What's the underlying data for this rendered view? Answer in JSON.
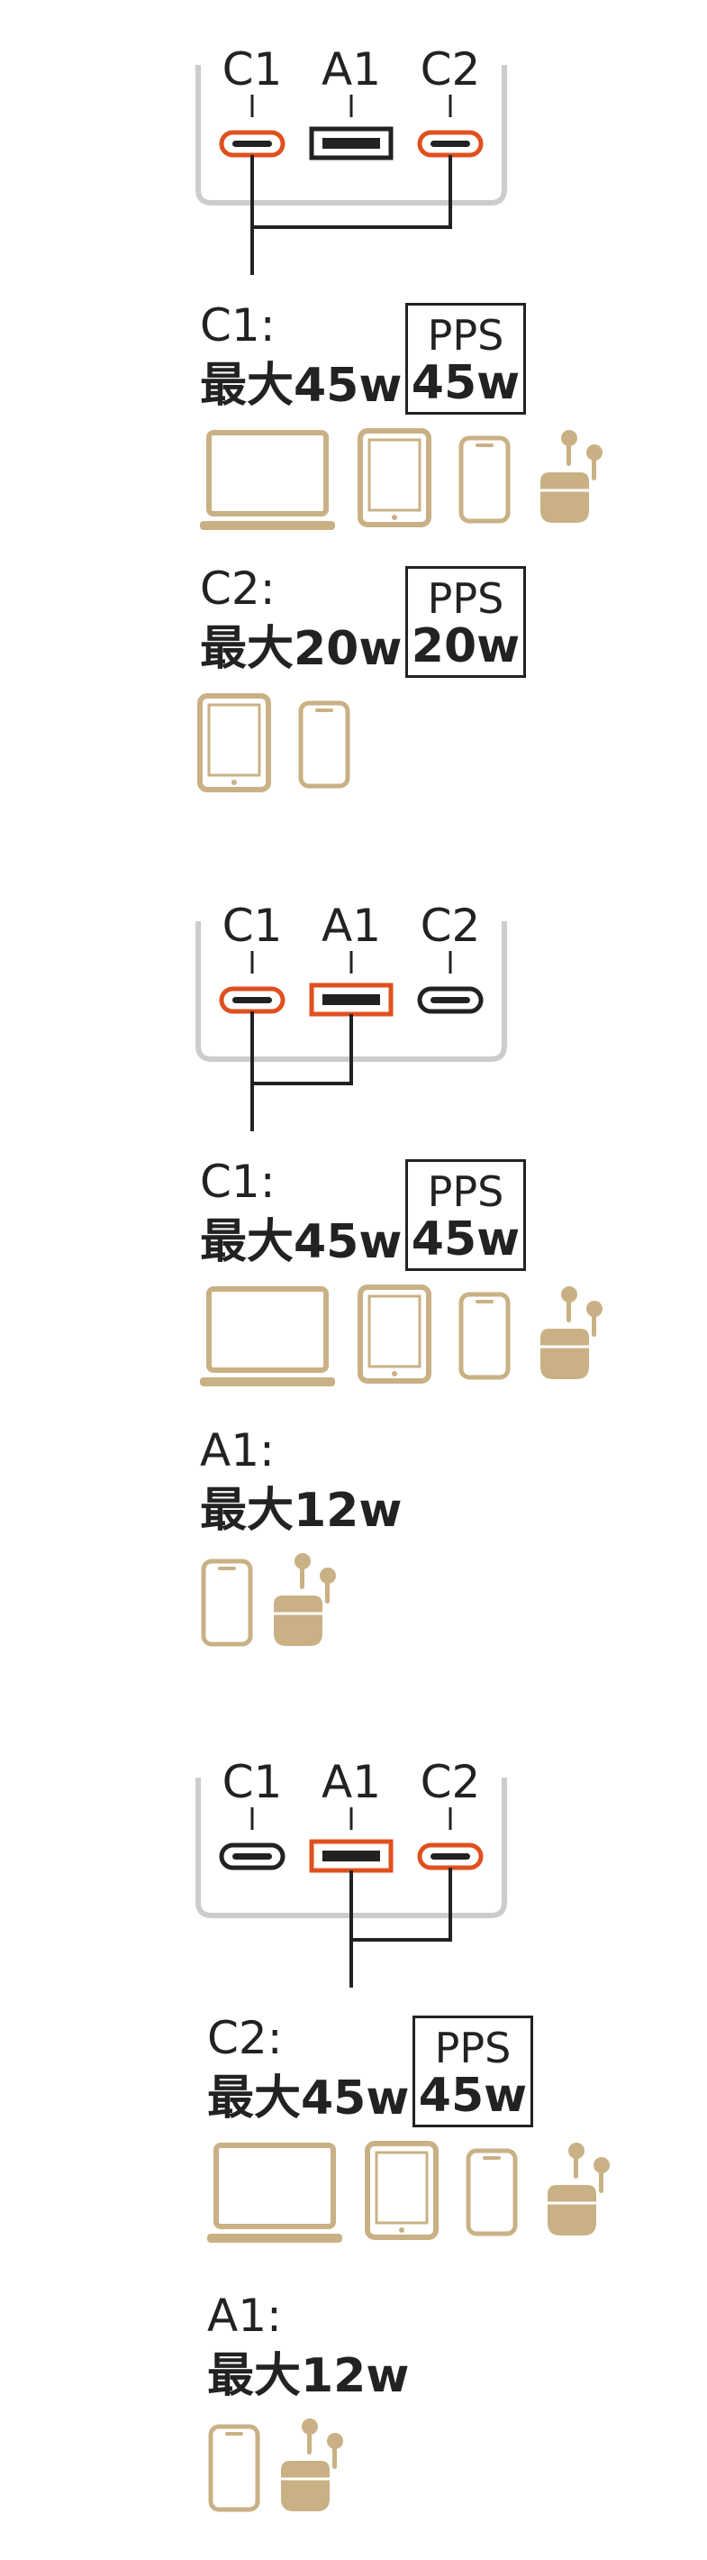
{
  "colors": {
    "accent_port": "#e0501e",
    "inactive_port": "#222222",
    "device_tan": "#c9b185",
    "housing_gray": "#cccccc"
  },
  "sections": [
    {
      "ports": {
        "c1": "C1",
        "a1": "A1",
        "c2": "C2"
      },
      "active_ports": [
        "C1",
        "C2"
      ],
      "outputs": [
        {
          "name": "C1:",
          "max": "最大45w",
          "pps_label": "PPS",
          "pps_value": "45w",
          "devices": [
            "laptop-icon",
            "tablet-icon",
            "phone-icon",
            "earbuds-icon"
          ]
        },
        {
          "name": "C2:",
          "max": "最大20w",
          "pps_label": "PPS",
          "pps_value": "20w",
          "devices": [
            "tablet-icon",
            "phone-icon"
          ]
        }
      ]
    },
    {
      "ports": {
        "c1": "C1",
        "a1": "A1",
        "c2": "C2"
      },
      "active_ports": [
        "C1",
        "A1"
      ],
      "outputs": [
        {
          "name": "C1:",
          "max": "最大45w",
          "pps_label": "PPS",
          "pps_value": "45w",
          "devices": [
            "laptop-icon",
            "tablet-icon",
            "phone-icon",
            "earbuds-icon"
          ]
        },
        {
          "name": "A1:",
          "max": "最大12w",
          "devices": [
            "phone-icon",
            "earbuds-icon"
          ]
        }
      ]
    },
    {
      "ports": {
        "c1": "C1",
        "a1": "A1",
        "c2": "C2"
      },
      "active_ports": [
        "A1",
        "C2"
      ],
      "outputs": [
        {
          "name": "C2:",
          "max": "最大45w",
          "pps_label": "PPS",
          "pps_value": "45w",
          "devices": [
            "laptop-icon",
            "tablet-icon",
            "phone-icon",
            "earbuds-icon"
          ]
        },
        {
          "name": "A1:",
          "max": "最大12w",
          "devices": [
            "phone-icon",
            "earbuds-icon"
          ]
        }
      ]
    }
  ]
}
